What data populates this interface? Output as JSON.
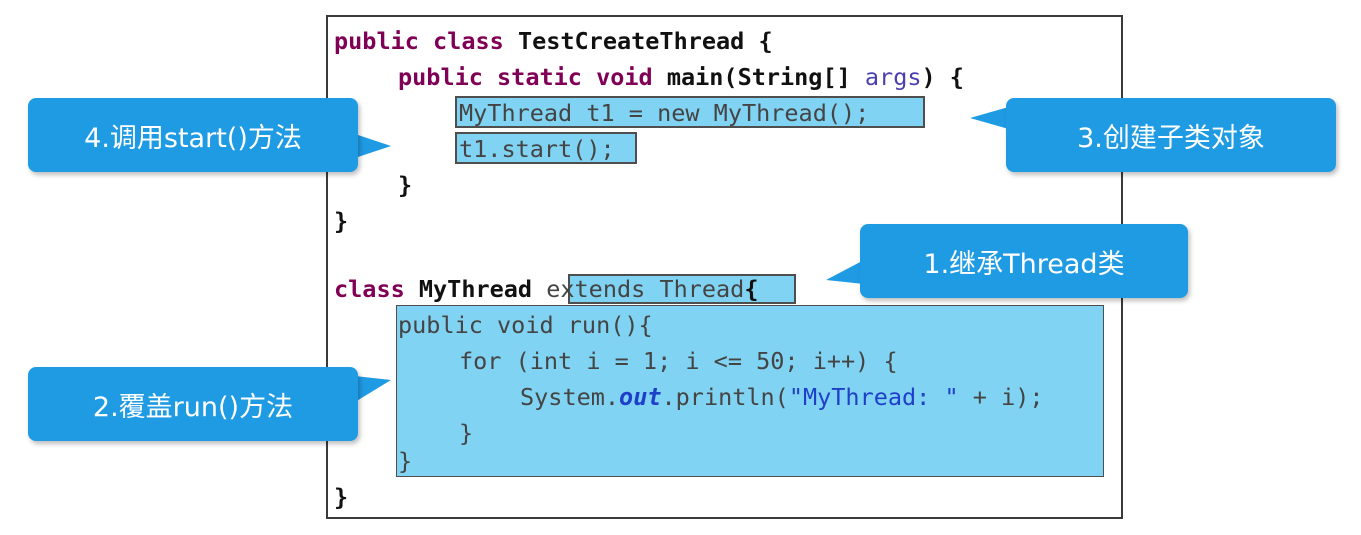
{
  "callouts": {
    "call_start": "4.调用start()方法",
    "create_subclass": "3.创建子类对象",
    "inherit_thread": "1.继承Thread类",
    "override_run": "2.覆盖run()方法"
  },
  "code": {
    "l1_kw": "public class ",
    "l1_name": "TestCreateThread {",
    "l2_kw": "public static void ",
    "l2_sig": "main(String[] ",
    "l2_arg": "args",
    "l2_end": ") {",
    "l3": "MyThread t1 = new MyThread();",
    "l4": "t1.start();",
    "l5": "}",
    "l6": "}",
    "l7_kw": "class ",
    "l7_name": "MyThread ",
    "l7_ext": "extends Thread",
    "l7_brace": "{",
    "l8": "public void run(){",
    "l9": "for (int i = 1; i <= 50; i++) {",
    "l10_a": "System.",
    "l10_out": "out",
    "l10_b": ".println(",
    "l10_str": "\"MyThread: \"",
    "l10_c": " + i);",
    "l11": "}",
    "l12": "}",
    "l13": "}"
  },
  "colors": {
    "keyword": "#7f0055",
    "highlight": "#80d3f2",
    "callout": "#1f9be4",
    "string": "#1f3fc9"
  }
}
